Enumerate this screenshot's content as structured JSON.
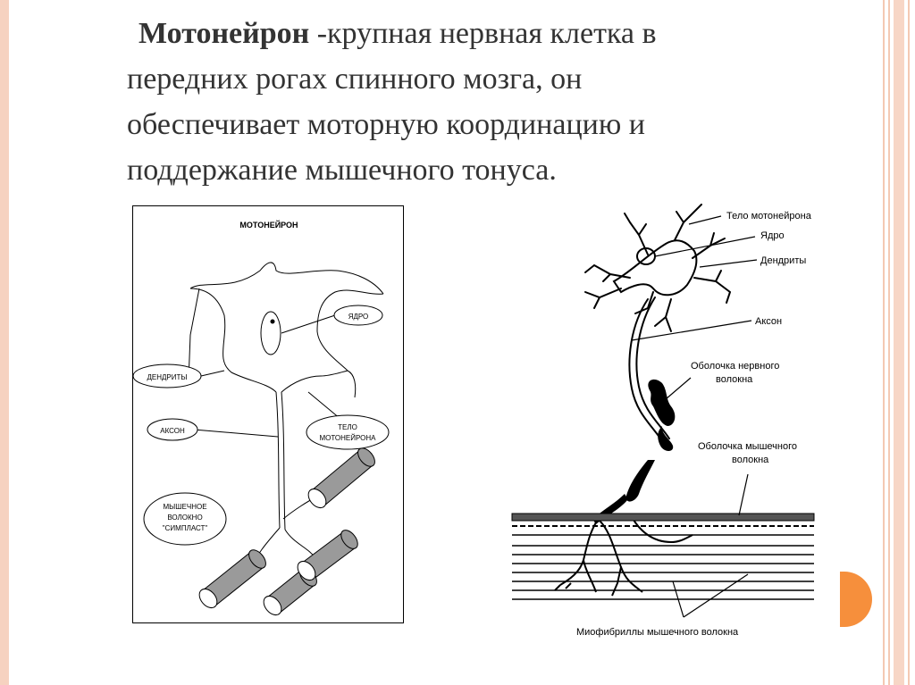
{
  "heading": {
    "term": "Мотонейрон",
    "line1_rest": " -крупная нервная клетка в",
    "line2": "передних рогах спинного мозга, он",
    "line3": "обеспечивает моторную координацию и",
    "line4": "поддержание мышечного тонуса."
  },
  "left_diagram": {
    "title": "МОТОНЕЙРОН",
    "labels": {
      "nucleus": "ЯДРО",
      "dendrites": "ДЕНДРИТЫ",
      "axon": "АКСОН",
      "body_line1": "ТЕЛО",
      "body_line2": "МОТОНЕЙРОНА",
      "fiber_line1": "МЫШЕЧНОЕ",
      "fiber_line2": "ВОЛОКНО",
      "fiber_line3": "\"СИМПЛАСТ\""
    }
  },
  "right_diagram": {
    "labels": {
      "body": "Тело мотонейрона",
      "nucleus": "Ядро",
      "dendrites": "Дендриты",
      "axon": "Аксон",
      "nerve_sheath_1": "Оболочка нервного",
      "nerve_sheath_2": "волокна",
      "muscle_sheath_1": "Оболочка мышечного",
      "muscle_sheath_2": "волокна",
      "myofibrils": "Миофибриллы мышечного волокна"
    }
  },
  "colors": {
    "accent": "#f68f3c",
    "border_stripe": "#f4c9b3",
    "text": "#333333"
  }
}
